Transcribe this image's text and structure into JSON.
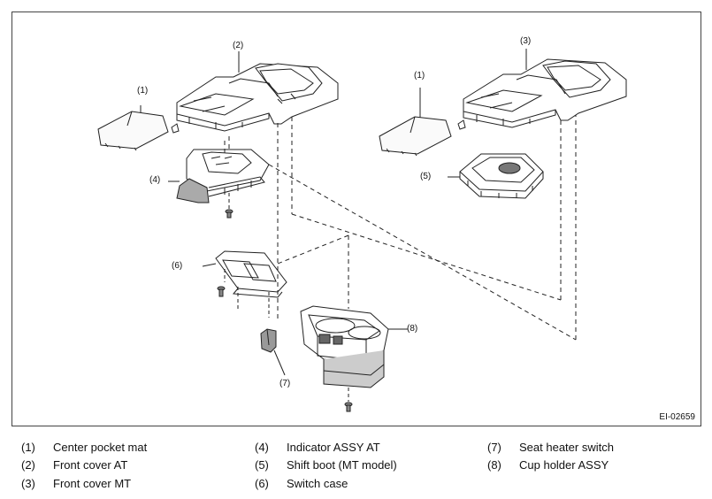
{
  "figure_id": "EI-02659",
  "callouts": {
    "c1a": "(1)",
    "c2": "(2)",
    "c4": "(4)",
    "c6": "(6)",
    "c7": "(7)",
    "c1b": "(1)",
    "c3": "(3)",
    "c5": "(5)",
    "c8": "(8)"
  },
  "legend": [
    {
      "num": "(1)",
      "label": "Center pocket mat"
    },
    {
      "num": "(2)",
      "label": "Front cover AT"
    },
    {
      "num": "(3)",
      "label": "Front cover MT"
    },
    {
      "num": "(4)",
      "label": "Indicator ASSY AT"
    },
    {
      "num": "(5)",
      "label": "Shift boot (MT model)"
    },
    {
      "num": "(6)",
      "label": "Switch case"
    },
    {
      "num": "(7)",
      "label": "Seat heater switch"
    },
    {
      "num": "(8)",
      "label": "Cup holder ASSY"
    }
  ]
}
